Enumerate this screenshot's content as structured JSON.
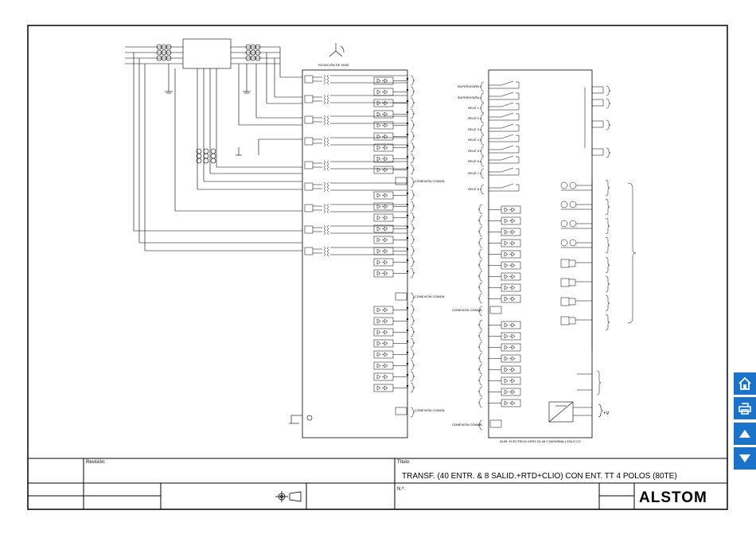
{
  "diagram": {
    "phase_rotation_label": "ROTACIÓN DE FASE",
    "common_connection_label": "CONEXIÓN COMÚN",
    "relay_labels": [
      "SUPERVISIÓN",
      "SUPERVISIÓN",
      "RELÉ 1",
      "RELÉ 2",
      "RELÉ 3",
      "RELÉ 4",
      "RELÉ 5",
      "RELÉ 6",
      "RELÉ 7",
      "RELÉ 8"
    ],
    "power_supply_label": "ALIM. ELÉCTRICA VERS 24-48 V (NOMINAL) SÓLO CC",
    "power_symbol": "+V"
  },
  "title_block": {
    "revision_label": "Revisión:",
    "title_label": "Título:",
    "title_text": "TRANSF. (40 ENTR. & 8 SALID.+RTD+CLIO) CON ENT. TT 4 POLOS (80TE)",
    "number_label": "N.º:",
    "logo_text": "ALSTOM"
  },
  "nav": {
    "home_icon": "home-icon",
    "print_icon": "printer-icon",
    "up_icon": "arrow-up-icon",
    "down_icon": "arrow-down-icon",
    "color": "#1a73c8"
  }
}
